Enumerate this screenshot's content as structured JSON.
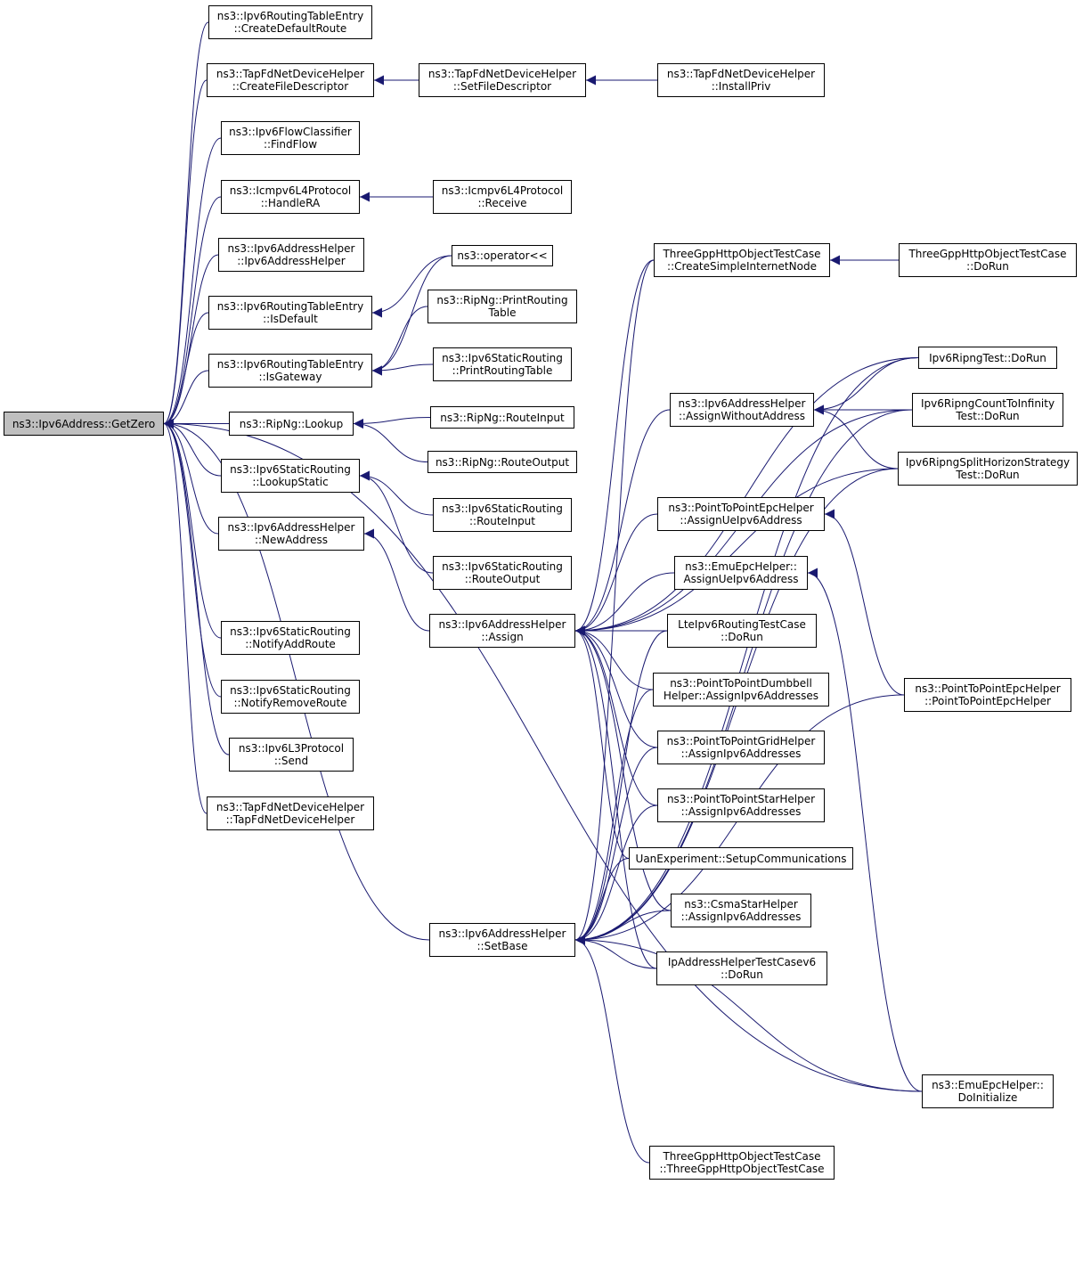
{
  "nodes": [
    {
      "id": "root",
      "lines": [
        "ns3::Ipv6Address::GetZero"
      ],
      "fill": "#bfbfbf"
    },
    {
      "id": "rte_cdr",
      "lines": [
        "ns3::Ipv6RoutingTableEntry",
        "::CreateDefaultRoute"
      ]
    },
    {
      "id": "tap_cfd",
      "lines": [
        "ns3::TapFdNetDeviceHelper",
        "::CreateFileDescriptor"
      ]
    },
    {
      "id": "tap_sfd",
      "lines": [
        "ns3::TapFdNetDeviceHelper",
        "::SetFileDescriptor"
      ]
    },
    {
      "id": "tap_ip",
      "lines": [
        "ns3::TapFdNetDeviceHelper",
        "::InstallPriv"
      ]
    },
    {
      "id": "fc_ff",
      "lines": [
        "ns3::Ipv6FlowClassifier",
        "::FindFlow"
      ]
    },
    {
      "id": "icmp_hra",
      "lines": [
        "ns3::Icmpv6L4Protocol",
        "::HandleRA"
      ]
    },
    {
      "id": "icmp_rcv",
      "lines": [
        "ns3::Icmpv6L4Protocol",
        "::Receive"
      ]
    },
    {
      "id": "aha_ctor",
      "lines": [
        "ns3::Ipv6AddressHelper",
        "::Ipv6AddressHelper"
      ]
    },
    {
      "id": "op_ll",
      "lines": [
        "ns3::operator<<"
      ]
    },
    {
      "id": "rte_isd",
      "lines": [
        "ns3::Ipv6RoutingTableEntry",
        "::IsDefault"
      ]
    },
    {
      "id": "ripng_prt",
      "lines": [
        "ns3::RipNg::PrintRouting",
        "Table"
      ]
    },
    {
      "id": "rte_isg",
      "lines": [
        "ns3::Ipv6RoutingTableEntry",
        "::IsGateway"
      ]
    },
    {
      "id": "sr_prt",
      "lines": [
        "ns3::Ipv6StaticRouting",
        "::PrintRoutingTable"
      ]
    },
    {
      "id": "ripng_lk",
      "lines": [
        "ns3::RipNg::Lookup"
      ]
    },
    {
      "id": "ripng_ri",
      "lines": [
        "ns3::RipNg::RouteInput"
      ]
    },
    {
      "id": "ripng_ro",
      "lines": [
        "ns3::RipNg::RouteOutput"
      ]
    },
    {
      "id": "sr_ls",
      "lines": [
        "ns3::Ipv6StaticRouting",
        "::LookupStatic"
      ]
    },
    {
      "id": "sr_ri",
      "lines": [
        "ns3::Ipv6StaticRouting",
        "::RouteInput"
      ]
    },
    {
      "id": "sr_ro",
      "lines": [
        "ns3::Ipv6StaticRouting",
        "::RouteOutput"
      ]
    },
    {
      "id": "aha_na",
      "lines": [
        "ns3::Ipv6AddressHelper",
        "::NewAddress"
      ]
    },
    {
      "id": "aha_as",
      "lines": [
        "ns3::Ipv6AddressHelper",
        "::Assign"
      ]
    },
    {
      "id": "sr_nar",
      "lines": [
        "ns3::Ipv6StaticRouting",
        "::NotifyAddRoute"
      ]
    },
    {
      "id": "sr_nrr",
      "lines": [
        "ns3::Ipv6StaticRouting",
        "::NotifyRemoveRoute"
      ]
    },
    {
      "id": "l3_send",
      "lines": [
        "ns3::Ipv6L3Protocol",
        "::Send"
      ]
    },
    {
      "id": "tap_ctor",
      "lines": [
        "ns3::TapFdNetDeviceHelper",
        "::TapFdNetDeviceHelper"
      ]
    },
    {
      "id": "aha_sb",
      "lines": [
        "ns3::Ipv6AddressHelper",
        "::SetBase"
      ]
    },
    {
      "id": "http_csin",
      "lines": [
        "ThreeGppHttpObjectTestCase",
        "::CreateSimpleInternetNode"
      ]
    },
    {
      "id": "http_dorun",
      "lines": [
        "ThreeGppHttpObjectTestCase",
        "::DoRun"
      ]
    },
    {
      "id": "ripng_test",
      "lines": [
        "Ipv6RipngTest::DoRun"
      ]
    },
    {
      "id": "aha_awa",
      "lines": [
        "ns3::Ipv6AddressHelper",
        "::AssignWithoutAddress"
      ]
    },
    {
      "id": "ripng_cti",
      "lines": [
        "Ipv6RipngCountToInfinity",
        "Test::DoRun"
      ]
    },
    {
      "id": "ripng_shs",
      "lines": [
        "Ipv6RipngSplitHorizonStrategy",
        "Test::DoRun"
      ]
    },
    {
      "id": "p2pepc_au",
      "lines": [
        "ns3::PointToPointEpcHelper",
        "::AssignUeIpv6Address"
      ]
    },
    {
      "id": "emu_au",
      "lines": [
        "ns3::EmuEpcHelper::",
        "AssignUeIpv6Address"
      ]
    },
    {
      "id": "lte_rt",
      "lines": [
        "LteIpv6RoutingTestCase",
        "::DoRun"
      ]
    },
    {
      "id": "p2pdb",
      "lines": [
        "ns3::PointToPointDumbbell",
        "Helper::AssignIpv6Addresses"
      ]
    },
    {
      "id": "p2pepc_ctor",
      "lines": [
        "ns3::PointToPointEpcHelper",
        "::PointToPointEpcHelper"
      ]
    },
    {
      "id": "p2pgrid",
      "lines": [
        "ns3::PointToPointGridHelper",
        "::AssignIpv6Addresses"
      ]
    },
    {
      "id": "p2pstar",
      "lines": [
        "ns3::PointToPointStarHelper",
        "::AssignIpv6Addresses"
      ]
    },
    {
      "id": "uan_sc",
      "lines": [
        "UanExperiment::SetupCommunications"
      ]
    },
    {
      "id": "csma_star",
      "lines": [
        "ns3::CsmaStarHelper",
        "::AssignIpv6Addresses"
      ]
    },
    {
      "id": "ipah_test",
      "lines": [
        "IpAddressHelperTestCasev6",
        "::DoRun"
      ]
    },
    {
      "id": "emu_init",
      "lines": [
        "ns3::EmuEpcHelper::",
        "DoInitialize"
      ]
    },
    {
      "id": "http_ctor",
      "lines": [
        "ThreeGppHttpObjectTestCase",
        "::ThreeGppHttpObjectTestCase"
      ]
    }
  ],
  "edges": [
    [
      "rte_cdr",
      "root"
    ],
    [
      "tap_cfd",
      "root"
    ],
    [
      "fc_ff",
      "root"
    ],
    [
      "icmp_hra",
      "root"
    ],
    [
      "aha_ctor",
      "root"
    ],
    [
      "rte_isd",
      "root"
    ],
    [
      "rte_isg",
      "root"
    ],
    [
      "ripng_lk",
      "root"
    ],
    [
      "sr_ls",
      "root"
    ],
    [
      "aha_na",
      "root"
    ],
    [
      "sr_nar",
      "root"
    ],
    [
      "sr_nrr",
      "root"
    ],
    [
      "l3_send",
      "root"
    ],
    [
      "tap_ctor",
      "root"
    ],
    [
      "aha_sb",
      "root"
    ],
    [
      "emu_init",
      "root"
    ],
    [
      "tap_sfd",
      "tap_cfd"
    ],
    [
      "tap_ip",
      "tap_sfd"
    ],
    [
      "icmp_rcv",
      "icmp_hra"
    ],
    [
      "op_ll",
      "rte_isd"
    ],
    [
      "op_ll",
      "rte_isg"
    ],
    [
      "ripng_prt",
      "rte_isg"
    ],
    [
      "sr_prt",
      "rte_isg"
    ],
    [
      "ripng_ri",
      "ripng_lk"
    ],
    [
      "ripng_ro",
      "ripng_lk"
    ],
    [
      "sr_ri",
      "sr_ls"
    ],
    [
      "sr_ro",
      "sr_ls"
    ],
    [
      "aha_as",
      "aha_na"
    ],
    [
      "http_csin",
      "aha_as"
    ],
    [
      "ripng_test",
      "aha_as"
    ],
    [
      "ripng_cti",
      "aha_as"
    ],
    [
      "ripng_shs",
      "aha_as"
    ],
    [
      "aha_awa",
      "aha_as"
    ],
    [
      "p2pepc_au",
      "aha_as"
    ],
    [
      "emu_au",
      "aha_as"
    ],
    [
      "lte_rt",
      "aha_as"
    ],
    [
      "p2pdb",
      "aha_as"
    ],
    [
      "p2pgrid",
      "aha_as"
    ],
    [
      "p2pstar",
      "aha_as"
    ],
    [
      "uan_sc",
      "aha_as"
    ],
    [
      "csma_star",
      "aha_as"
    ],
    [
      "ipah_test",
      "aha_as"
    ],
    [
      "http_dorun",
      "http_csin"
    ],
    [
      "ripng_test",
      "aha_awa"
    ],
    [
      "ripng_cti",
      "aha_awa"
    ],
    [
      "ripng_shs",
      "aha_awa"
    ],
    [
      "p2pepc_ctor",
      "p2pepc_au"
    ],
    [
      "emu_init",
      "emu_au"
    ],
    [
      "lte_rt",
      "aha_sb"
    ],
    [
      "p2pdb",
      "aha_sb"
    ],
    [
      "p2pgrid",
      "aha_sb"
    ],
    [
      "p2pstar",
      "aha_sb"
    ],
    [
      "uan_sc",
      "aha_sb"
    ],
    [
      "csma_star",
      "aha_sb"
    ],
    [
      "ipah_test",
      "aha_sb"
    ],
    [
      "http_csin",
      "aha_sb"
    ],
    [
      "ripng_test",
      "aha_sb"
    ],
    [
      "ripng_cti",
      "aha_sb"
    ],
    [
      "ripng_shs",
      "aha_sb"
    ],
    [
      "http_ctor",
      "aha_sb"
    ],
    [
      "p2pepc_ctor",
      "aha_sb"
    ],
    [
      "emu_init",
      "aha_sb"
    ]
  ],
  "colors": {
    "edge": "#191970",
    "border": "#000000",
    "root_fill": "#bfbfbf"
  }
}
